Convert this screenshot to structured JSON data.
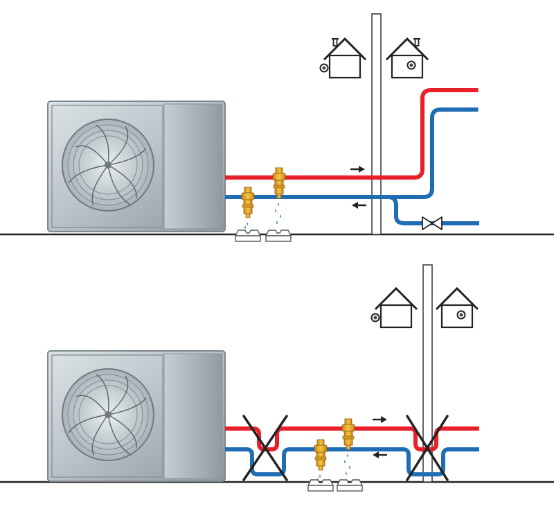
{
  "diagram": {
    "panels": [
      {
        "id": "correct-installation",
        "components": [
          "heat-pump-unit",
          "supply-pipe",
          "return-pipe",
          "drain-valve",
          "drain-valve",
          "frost-valve",
          "frost-valve",
          "wall",
          "house-icon",
          "house-icon",
          "flow-arrow",
          "flow-arrow",
          "shutoff-valve"
        ],
        "crossed_out": false
      },
      {
        "id": "incorrect-installation",
        "components": [
          "heat-pump-unit",
          "supply-pipe",
          "return-pipe",
          "pipe-dip",
          "pipe-dip",
          "drain-valve",
          "drain-valve",
          "wall",
          "house-icon",
          "house-icon",
          "flow-arrow",
          "flow-arrow"
        ],
        "crossed_out": true,
        "crossed_elements": 2
      }
    ],
    "colors": {
      "supply_pipe": "#e8202a",
      "return_pipe": "#1f6db5",
      "valve_brass": "#f2b21c",
      "unit_body": "#b9c3c9",
      "cross": "#222222",
      "ground": "#222222"
    }
  }
}
